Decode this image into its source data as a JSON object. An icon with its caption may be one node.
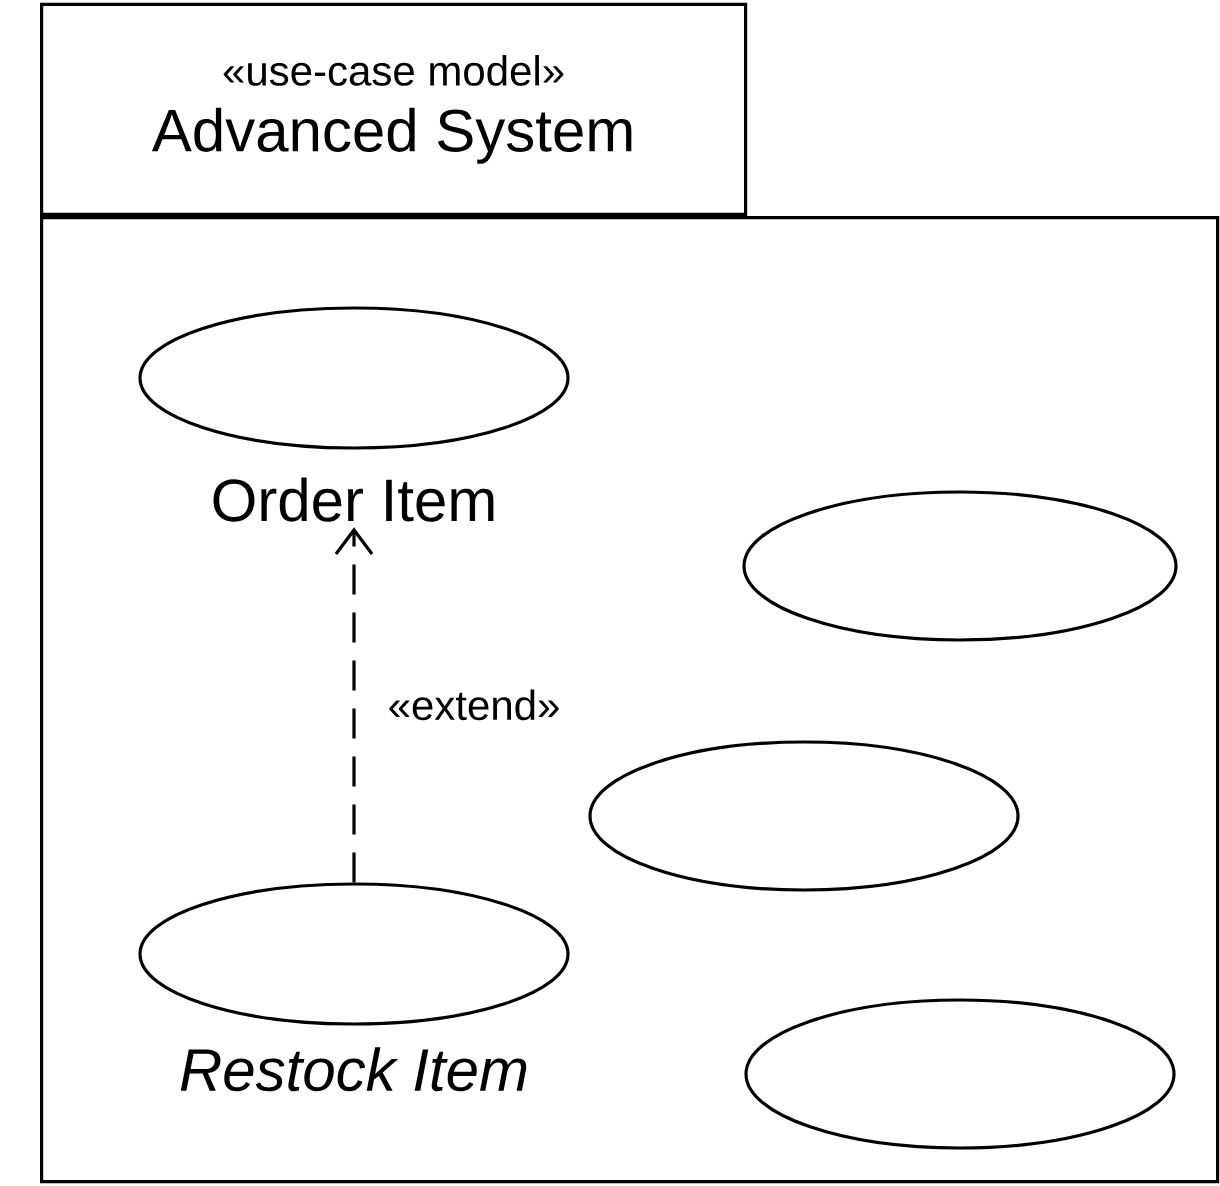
{
  "diagram": {
    "nodes": [
      {
        "text": [
          "«use-case model»",
          "Advanced System"
        ]
      },
      {
        "text": [
          "Order Item"
        ],
        "in": 0
      },
      {
        "text": [],
        "shape": "ellipse",
        "in": 0
      },
      {
        "text": [],
        "shape": "ellipse",
        "in": 0
      },
      {
        "text": [
          "Restock Item"
        ],
        "in": 0
      },
      {
        "text": [],
        "shape": "ellipse",
        "in": 0
      }
    ],
    "edges": [
      {
        "from": 4,
        "to": 1,
        "arrow": "to",
        "style": "dashed",
        "label": "«extend»"
      }
    ]
  }
}
